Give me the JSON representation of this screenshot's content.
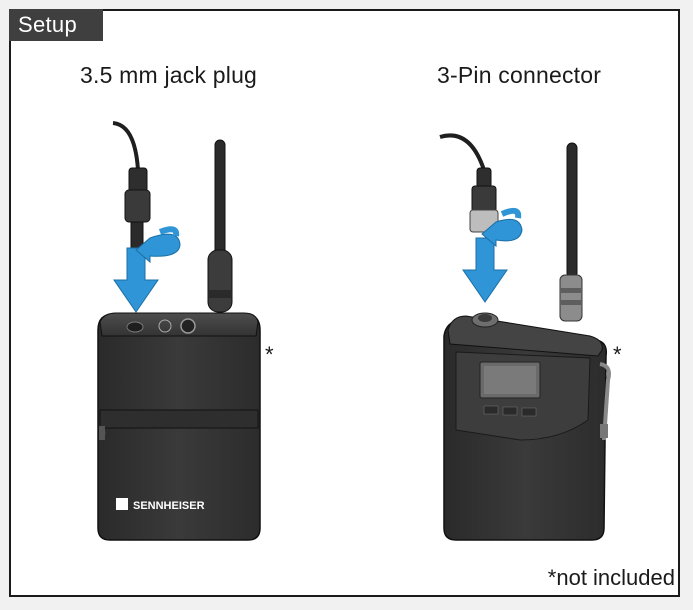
{
  "header": {
    "tab_label": "Setup"
  },
  "panels": [
    {
      "title": "3.5 mm jack plug",
      "asterisk": "*"
    },
    {
      "title": "3-Pin connector",
      "asterisk": "*"
    }
  ],
  "brand": {
    "logo_text": "SENNHEISER"
  },
  "footnote": "*not included",
  "colors": {
    "arrow_blue": "#2f95d6",
    "device_dark": "#3a3a3a",
    "frame": "#1a1a1a",
    "tab_bg": "#3f3f3f"
  }
}
